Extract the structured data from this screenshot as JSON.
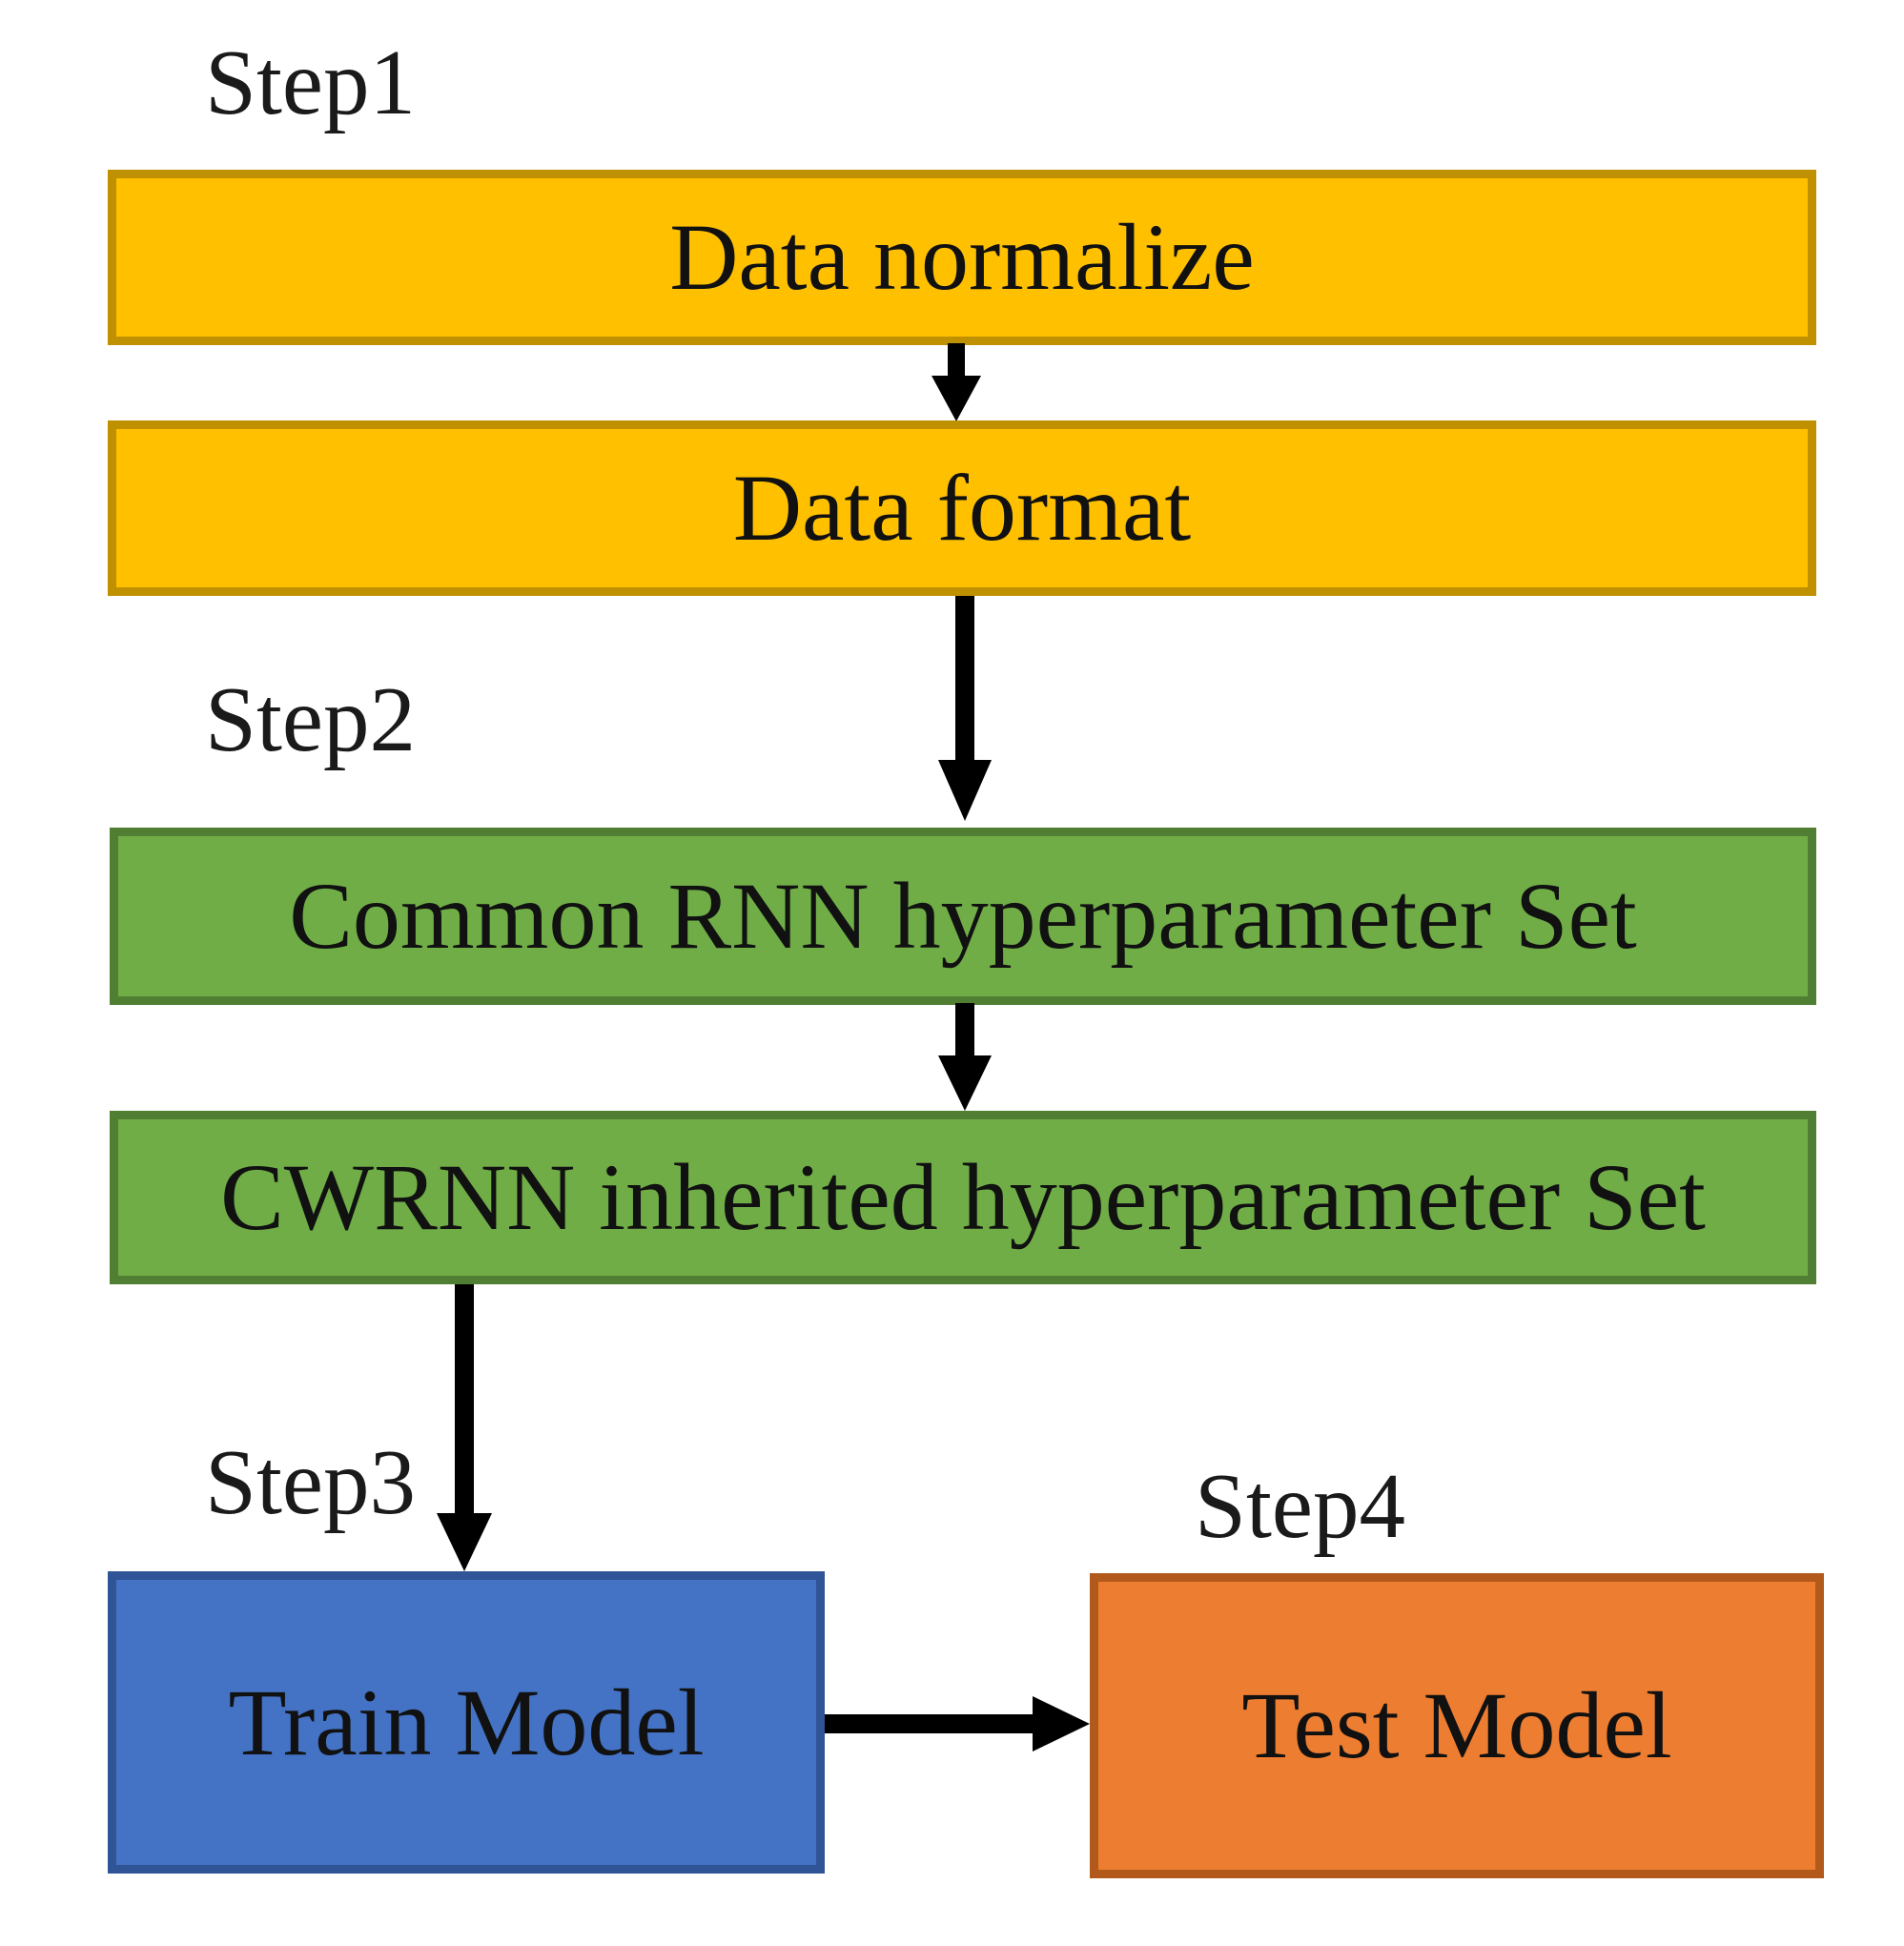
{
  "flowchart": {
    "background": "#ffffff",
    "text_color": "#111111",
    "arrow_color": "#000000",
    "steps": {
      "step1": "Step1",
      "step2": "Step2",
      "step3": "Step3",
      "step4": "Step4"
    },
    "nodes": {
      "data_normalize": {
        "label": "Data normalize",
        "fill": "#FFC000",
        "border": "#BF9000"
      },
      "data_format": {
        "label": "Data format",
        "fill": "#FFC000",
        "border": "#BF9000"
      },
      "common_rnn_hyperparameter_set": {
        "label": "Common RNN hyperparameter Set",
        "fill": "#70AD47",
        "border": "#507E32"
      },
      "cwrnn_inherited_hyperparameter_set": {
        "label": "CWRNN inherited hyperparameter Set",
        "fill": "#70AD47",
        "border": "#507E32"
      },
      "train_model": {
        "label": "Train Model",
        "fill": "#4472C4",
        "border": "#2F5597"
      },
      "test_model": {
        "label": "Test Model",
        "fill": "#ED7D31",
        "border": "#B25A1B"
      }
    },
    "edges": [
      {
        "from": "data_normalize",
        "to": "data_format",
        "direction": "down"
      },
      {
        "from": "data_format",
        "to": "common_rnn_hyperparameter_set",
        "direction": "down"
      },
      {
        "from": "common_rnn_hyperparameter_set",
        "to": "cwrnn_inherited_hyperparameter_set",
        "direction": "down"
      },
      {
        "from": "cwrnn_inherited_hyperparameter_set",
        "to": "train_model",
        "direction": "down"
      },
      {
        "from": "train_model",
        "to": "test_model",
        "direction": "right"
      }
    ]
  }
}
